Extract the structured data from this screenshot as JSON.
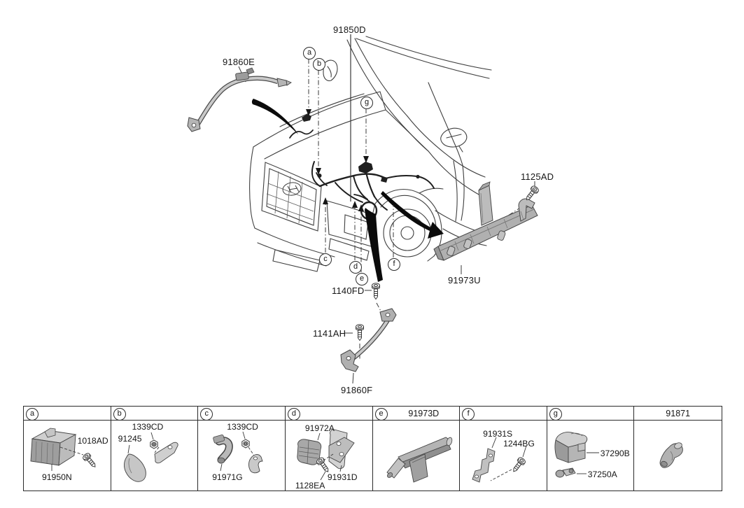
{
  "diagram": {
    "labels": {
      "harness_main": "91850D",
      "ground_cable_upper": "91860E",
      "bolt_bracket": "1125AD",
      "protector_bracket": "91973U",
      "bolt_upper": "1140FD",
      "bolt_lower": "1141AH",
      "battery_cable_lower": "91860F"
    },
    "callouts": {
      "a": "a",
      "b": "b",
      "c": "c",
      "d": "d",
      "e": "e",
      "f": "f",
      "g": "g"
    }
  },
  "parts_table": {
    "cells": [
      {
        "letter": "a",
        "header_part": "",
        "parts": {
          "bolt": "1018AD",
          "main": "91950N"
        }
      },
      {
        "letter": "b",
        "header_part": "",
        "parts": {
          "nut": "1339CD",
          "main": "91245"
        }
      },
      {
        "letter": "c",
        "header_part": "",
        "parts": {
          "nut": "1339CD",
          "main": "91971G"
        }
      },
      {
        "letter": "d",
        "header_part": "",
        "parts": {
          "clamp": "91972A",
          "bracket": "91931D",
          "bolt": "1128EA"
        }
      },
      {
        "letter": "e",
        "header_part": "91973D",
        "parts": {}
      },
      {
        "letter": "f",
        "header_part": "",
        "parts": {
          "bracket": "91931S",
          "bolt": "1244BG"
        }
      },
      {
        "letter": "g",
        "header_part": "",
        "parts": {
          "cover": "37290B",
          "terminal": "37250A"
        }
      },
      {
        "letter": "",
        "header_part": "91871",
        "parts": {}
      }
    ]
  }
}
